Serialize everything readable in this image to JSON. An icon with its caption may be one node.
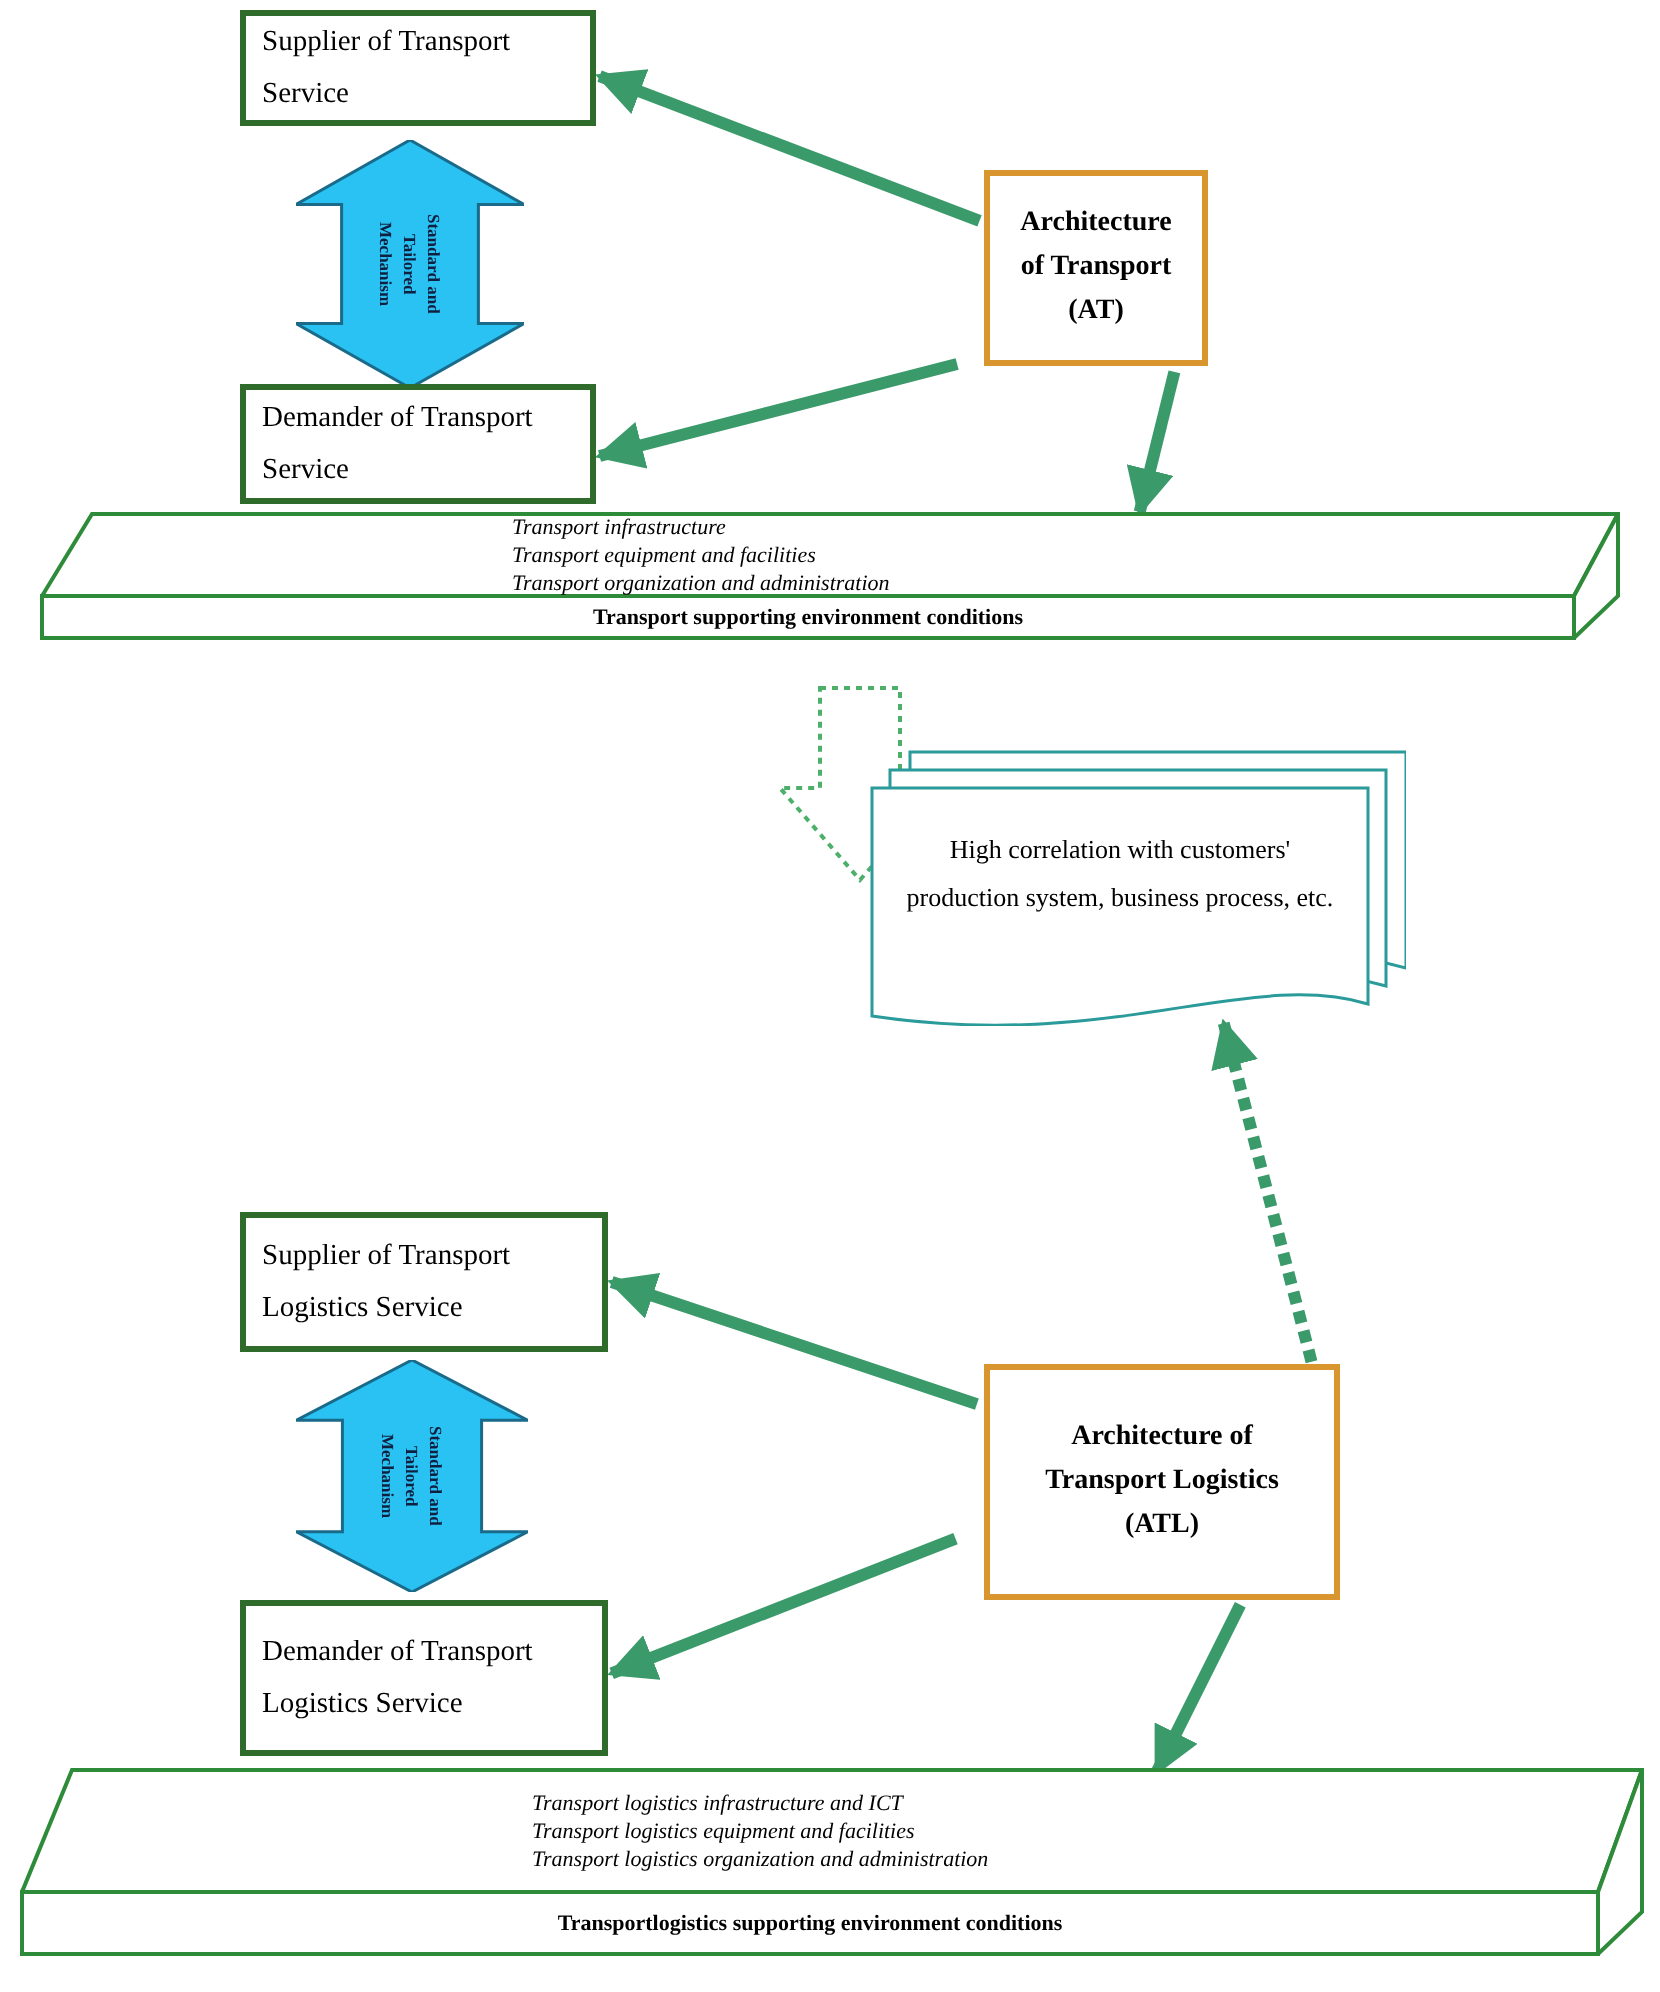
{
  "diagram": {
    "nodes": [
      {
        "text": [
          "Supplier of Transport Service"
        ]
      },
      {
        "text": [
          "Standard and Tailored Mechanism"
        ]
      },
      {
        "text": [
          "Demander of Transport Service"
        ]
      },
      {
        "text": [
          "Architecture of Transport (AT)"
        ]
      },
      {
        "text": [
          "Transport infrastructure",
          "Transport equipment and facilities",
          "Transport organization and administration",
          "Transport supporting environment conditions"
        ]
      },
      {
        "text": [
          "High correlation with customers' production system, business process, etc."
        ]
      },
      {
        "text": [
          "Supplier of Transport Logistics Service"
        ]
      },
      {
        "text": [
          "Standard and Tailored Mechanism"
        ]
      },
      {
        "text": [
          "Demander of Transport Logistics Service"
        ]
      },
      {
        "text": [
          "Architecture of Transport Logistics (ATL)"
        ]
      },
      {
        "text": [
          "Transport logistics infrastructure and ICT",
          "Transport logistics equipment and facilities",
          "Transport logistics organization and administration",
          "Transportlogistics supporting environment conditions"
        ]
      }
    ],
    "edges": [
      {
        "from": 3,
        "to": 0,
        "arrow": "to"
      },
      {
        "from": 3,
        "to": 2,
        "arrow": "to"
      },
      {
        "from": 3,
        "to": 4,
        "arrow": "to"
      },
      {
        "from": 9,
        "to": 5,
        "arrow": "to",
        "style": "dashed"
      },
      {
        "from": 9,
        "to": 6,
        "arrow": "to"
      },
      {
        "from": 9,
        "to": 8,
        "arrow": "to"
      },
      {
        "from": 9,
        "to": 10,
        "arrow": "to"
      }
    ]
  }
}
